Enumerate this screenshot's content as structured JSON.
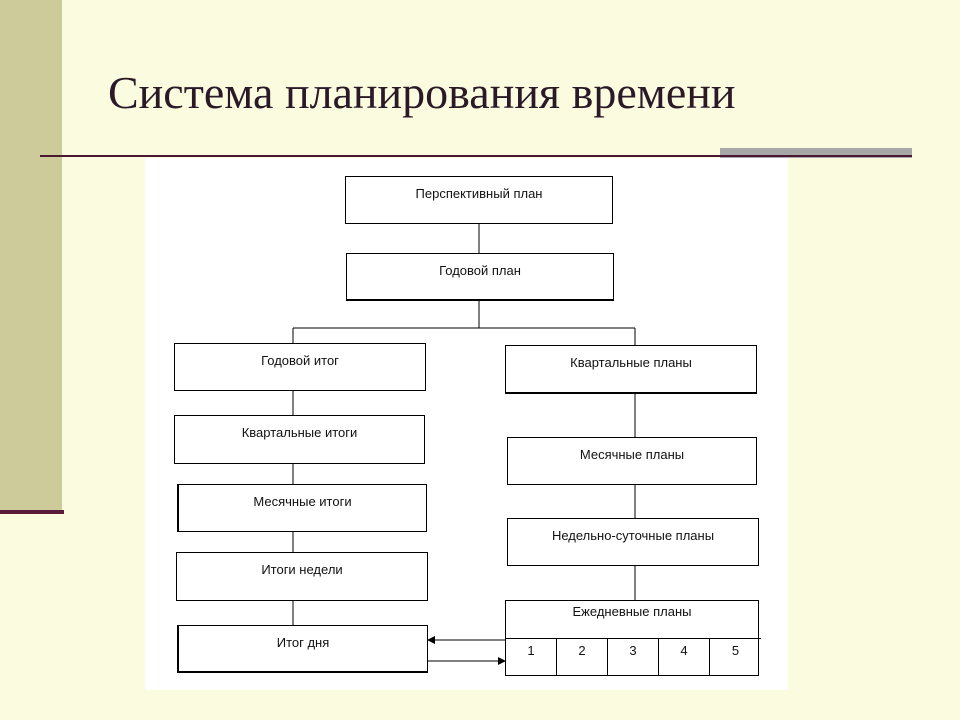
{
  "title": "Система планирования времени",
  "nodes": {
    "perspective": "Перспективный план",
    "annual_plan": "Годовой план",
    "annual_result": "Годовой итог",
    "quarterly_plans": "Квартальные планы",
    "quarterly_results": "Квартальные итоги",
    "monthly_plans": "Месячные планы",
    "monthly_results": "Месячные итоги",
    "weekly_daily_plans": "Недельно-суточные планы",
    "week_results": "Итоги недели",
    "daily_plans": "Ежедневные планы",
    "day_result": "Итог дня"
  },
  "daily_columns": [
    "1",
    "2",
    "3",
    "4",
    "5"
  ]
}
